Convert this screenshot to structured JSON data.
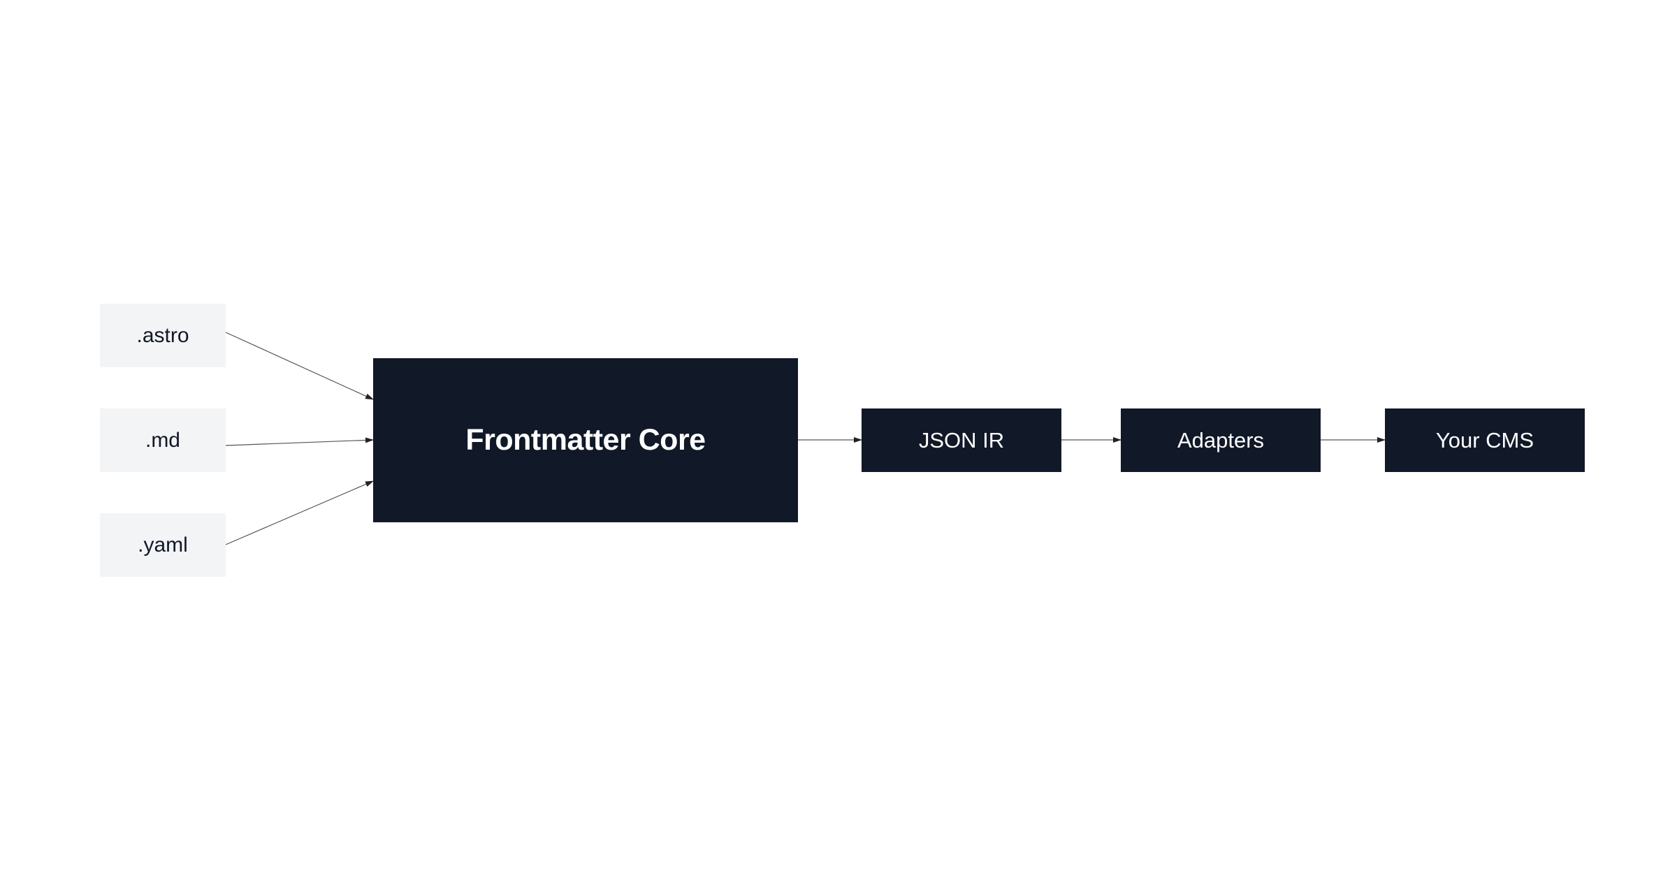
{
  "diagram": {
    "inputs": [
      {
        "label": ".astro"
      },
      {
        "label": ".md"
      },
      {
        "label": ".yaml"
      }
    ],
    "core": {
      "label": "Frontmatter Core"
    },
    "pipeline": [
      {
        "label": "JSON IR"
      },
      {
        "label": "Adapters"
      },
      {
        "label": "Your CMS"
      }
    ],
    "edges": [
      {
        "from": ".astro",
        "to": "Frontmatter Core"
      },
      {
        "from": ".md",
        "to": "Frontmatter Core"
      },
      {
        "from": ".yaml",
        "to": "Frontmatter Core"
      },
      {
        "from": "Frontmatter Core",
        "to": "JSON IR"
      },
      {
        "from": "JSON IR",
        "to": "Adapters"
      },
      {
        "from": "Adapters",
        "to": "Your CMS"
      }
    ],
    "colors": {
      "input_fill": "#f3f4f6",
      "dark_fill": "#111827",
      "edge": "#444444"
    }
  }
}
